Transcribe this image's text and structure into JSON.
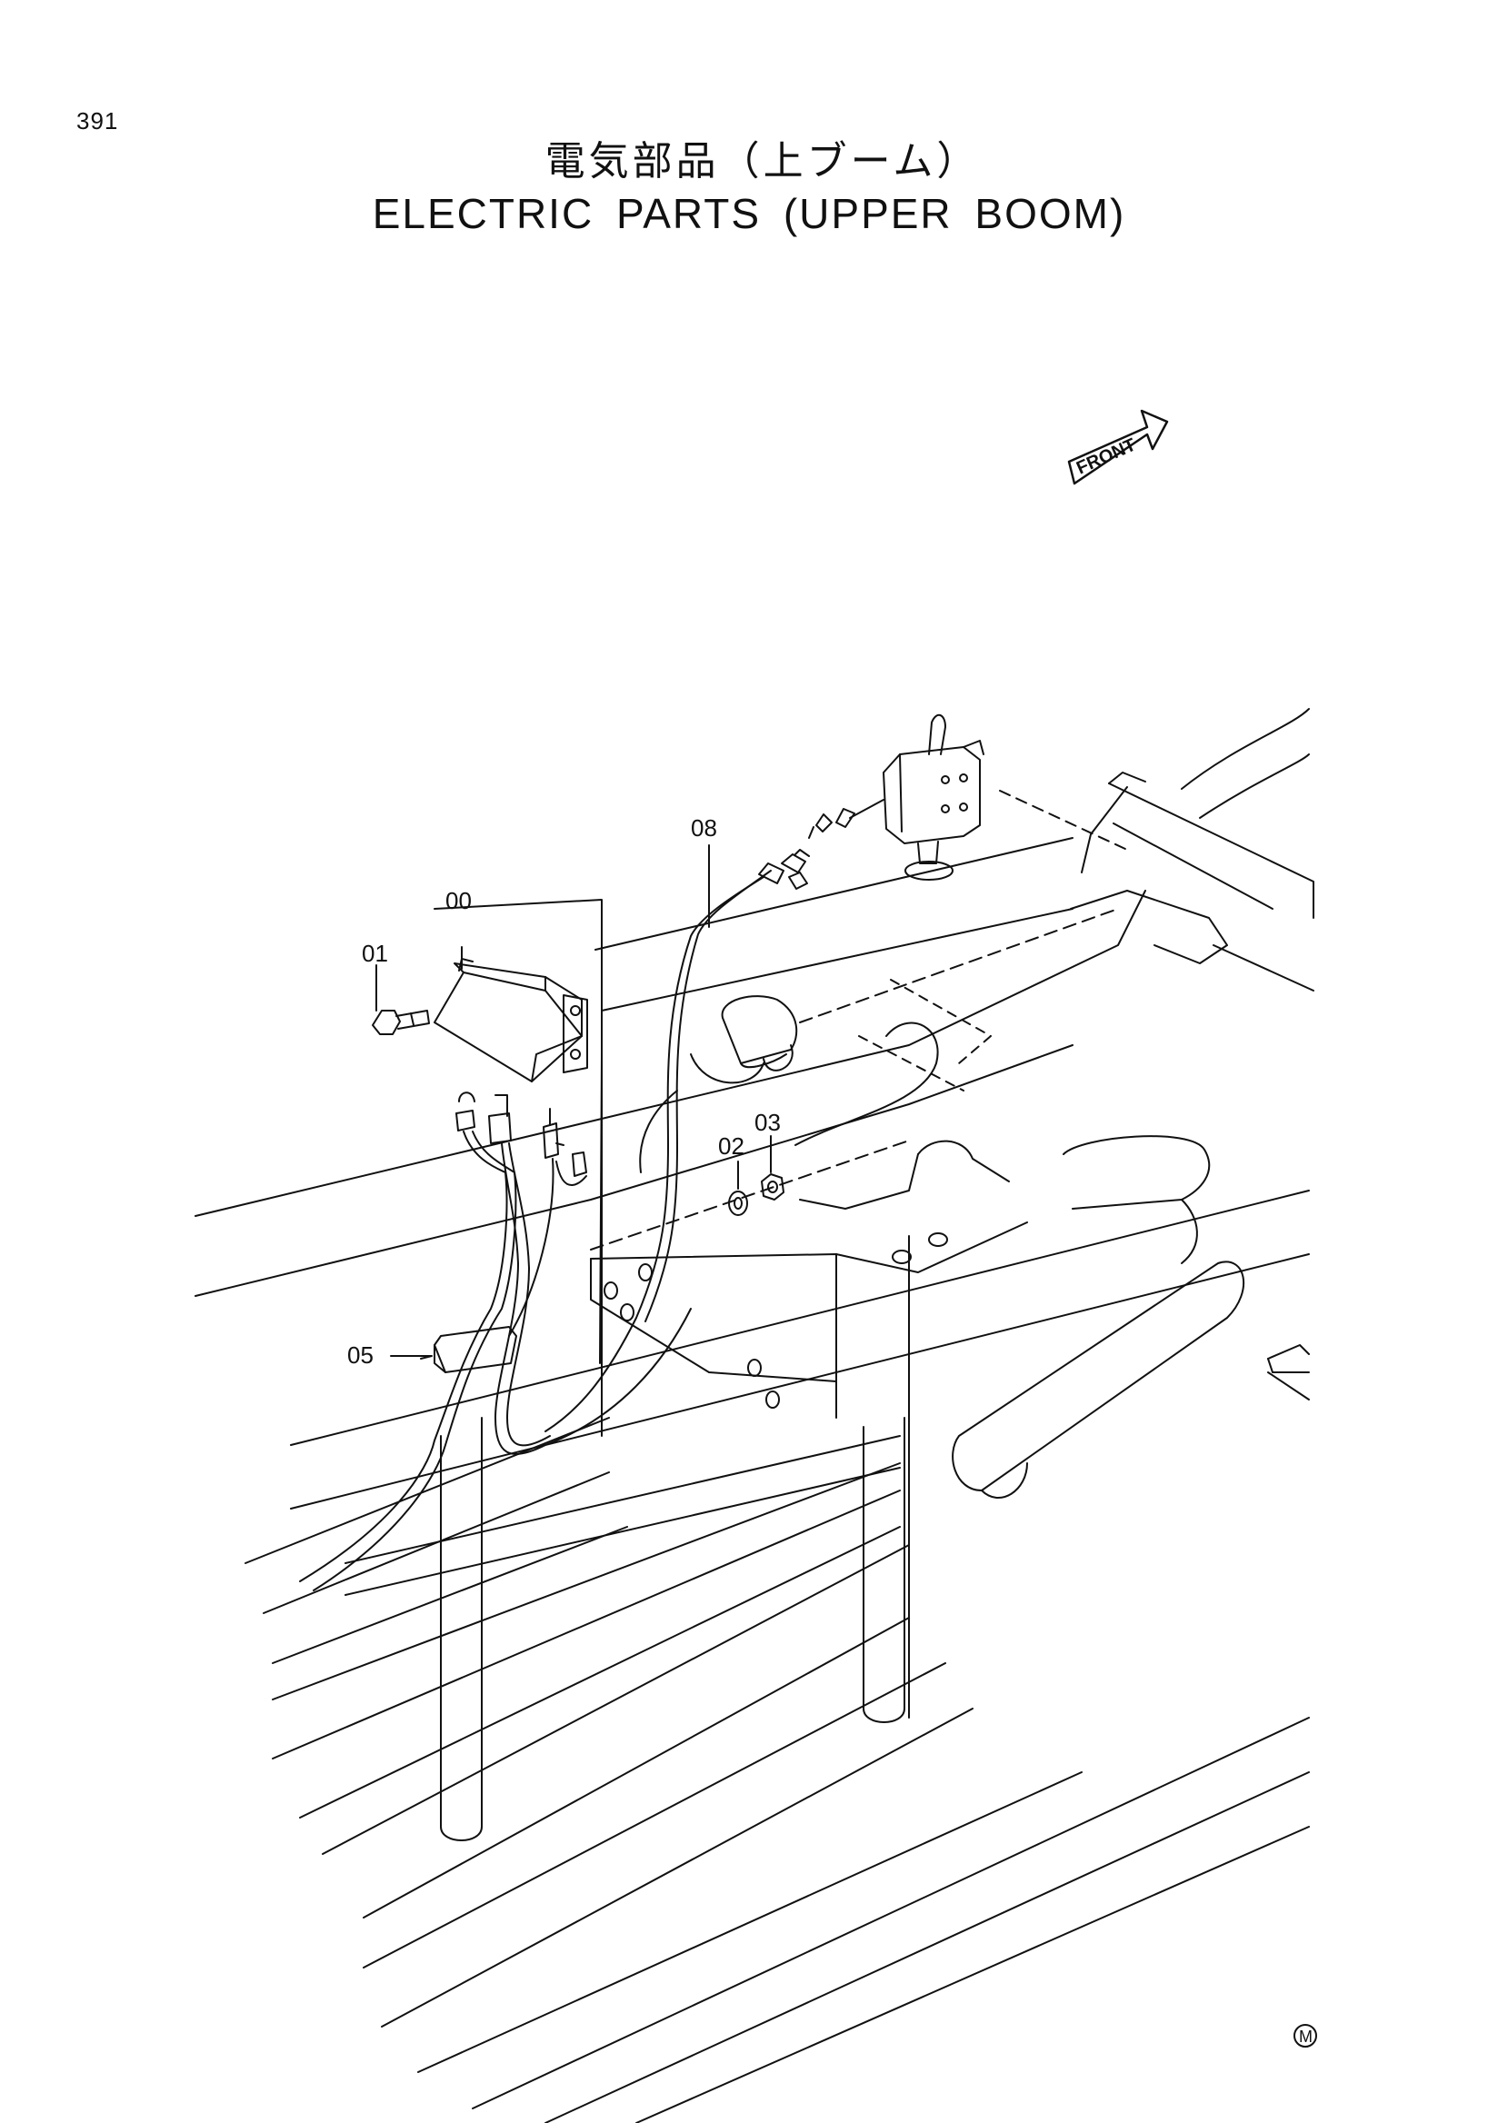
{
  "page": {
    "number": "391",
    "title_jp": "電気部品（上ブーム）",
    "title_en": "ELECTRIC PARTS (UPPER BOOM)"
  },
  "front_arrow": {
    "label": "FRONT"
  },
  "callouts": {
    "c00": "00",
    "c01": "01",
    "c02": "02",
    "c03": "03",
    "c05": "05",
    "c08": "08"
  },
  "corner_mark": "M",
  "colors": {
    "ink": "#111111",
    "paper": "#ffffff"
  }
}
